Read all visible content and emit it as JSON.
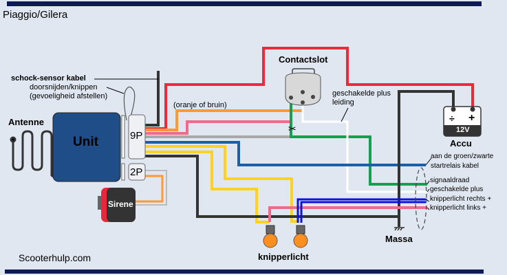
{
  "title": "Piaggio/Gilera",
  "footer": "Scooterhulp.com",
  "components": {
    "unit": "Unit",
    "connector_9p": "9P",
    "connector_2p": "2P",
    "sirene": "Sirene",
    "antenne": "Antenne",
    "contactslot": "Contactslot",
    "accu": "Accu",
    "accu_voltage": "12V",
    "accu_minus": "÷",
    "accu_plus": "+",
    "massa": "Massa",
    "knipperlicht": "knipperlicht"
  },
  "annotations": {
    "shock_sensor": "schock-sensor kabel",
    "cut_line1": "doorsnijden/knippen",
    "cut_line2": "(gevoeligheid afstellen)",
    "orange_note": "(oranje of bruin)",
    "switched_plus_line1": "geschakelde plus",
    "switched_plus_line2": "leiding",
    "starter_line1": "aan de groen/zwarte",
    "starter_line2": "startrelais kabel",
    "signal": "signaaldraad",
    "switched_plus": "geschakelde plus",
    "right_blinker": "knipperlicht rechts +",
    "left_blinker": "knipperlicht links +"
  },
  "wire_colors": {
    "red": "#ee2a3a",
    "orange": "#ff9933",
    "pink": "#f26a8a",
    "grey": "#a8a8a8",
    "blue": "#1a5fa8",
    "yellow": "#ffd21f",
    "black": "#333333",
    "green": "#14a050",
    "white": "#ffffff",
    "dark_blue": "#0a14d8"
  },
  "icons": {
    "scissors": "✂"
  }
}
